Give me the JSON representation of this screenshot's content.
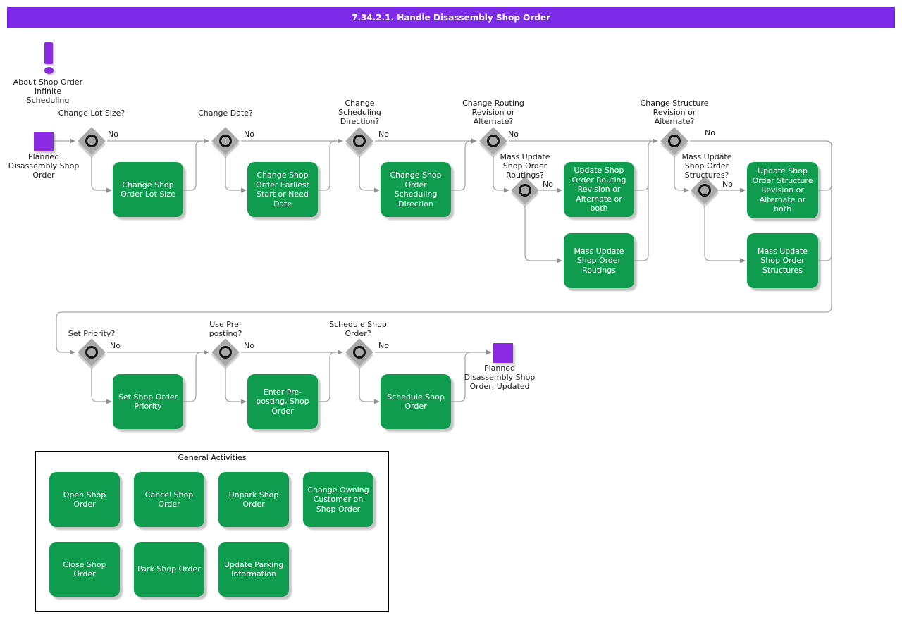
{
  "title": "7.34.2.1. Handle Disassembly Shop Order",
  "note": {
    "text": "About Shop Order Infinite Scheduling"
  },
  "start": {
    "label": "Planned Disassembly Shop Order"
  },
  "end": {
    "label": "Planned Disassembly Shop Order, Updated"
  },
  "decisions": [
    {
      "question": "Change Lot Size?",
      "no": "No"
    },
    {
      "question": "Change Date?",
      "no": "No"
    },
    {
      "question": "Change Scheduling Direction?",
      "no": "No"
    },
    {
      "question": "Change Routing Revision or Alternate?",
      "no": "No"
    },
    {
      "question": "Mass Update Shop Order Routings?",
      "no": "No"
    },
    {
      "question": "Change Structure Revision or Alternate?",
      "no": "No"
    },
    {
      "question": "Mass Update Shop Order Structures?",
      "no": "No"
    },
    {
      "question": "Set Priority?",
      "no": "No"
    },
    {
      "question": "Use Pre-posting?",
      "no": "No"
    },
    {
      "question": "Schedule Shop Order?",
      "no": "No"
    }
  ],
  "activities": [
    "Change Shop Order Lot Size",
    "Change Shop Order Earliest Start or Need Date",
    "Change Shop Order Scheduling Direction",
    "Update Shop Order Routing Revision or Alternate or both",
    "Mass Update Shop Order Routings",
    "Update Shop Order Structure Revision or Alternate or both",
    "Mass Update Shop Order Structures",
    "Set Shop Order Priority",
    "Enter Pre-posting, Shop Order",
    "Schedule Shop Order"
  ],
  "general": {
    "title": "General Activities",
    "items": [
      "Open Shop Order",
      "Cancel Shop Order",
      "Unpark Shop Order",
      "Change Owning Customer on Shop Order",
      "Close Shop Order",
      "Park Shop Order",
      "Update Parking Information"
    ]
  },
  "colors": {
    "banner_purple": "#7d2ae8",
    "node_purple": "#8a2be2",
    "activity_green": "#109c4e",
    "line_gray": "#a8a8a8"
  }
}
